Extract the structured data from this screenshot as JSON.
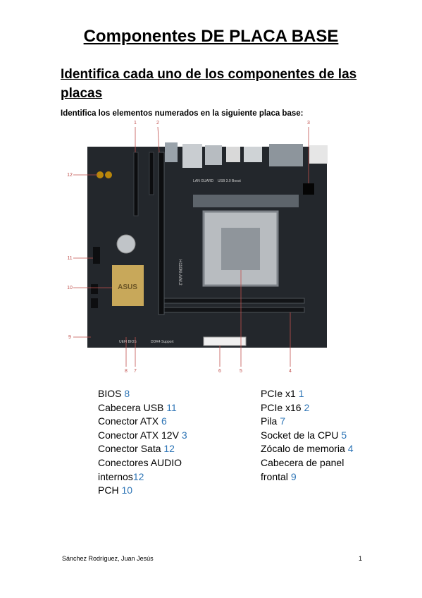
{
  "doc": {
    "title": "Componentes DE PLACA BASE",
    "heading": "Identifica cada uno de los componentes de las placas",
    "instruction": "Identifica los elementos numerados en la siguiente placa base:"
  },
  "figure": {
    "callouts": [
      "1",
      "2",
      "3",
      "12",
      "11",
      "10",
      "9",
      "8",
      "7",
      "6",
      "5",
      "4"
    ],
    "board_labels": {
      "brand": "ASUS",
      "bios": "UEFI BIOS",
      "ddr": "DDR4 Support",
      "lan": "LAN GUARD",
      "usb": "USB 3.0 Boost",
      "model": "H110M-A/M.2"
    }
  },
  "components_left": [
    {
      "name": "BIOS ",
      "num": "8"
    },
    {
      "name": "Cabecera USB ",
      "num": "11"
    },
    {
      "name": "Conector ATX ",
      "num": "6"
    },
    {
      "name": "Conector ATX 12V ",
      "num": "3"
    },
    {
      "name": "Conector Sata ",
      "num": "12"
    },
    {
      "name": "Conectores AUDIO",
      "num": ""
    },
    {
      "name": "internos",
      "num": "12"
    },
    {
      "name": "PCH ",
      "num": "10"
    }
  ],
  "components_right": [
    {
      "name": "PCIe x1 ",
      "num": "1"
    },
    {
      "name": "PCIe x16 ",
      "num": "2"
    },
    {
      "name": "Pila ",
      "num": "7"
    },
    {
      "name": "Socket de la CPU ",
      "num": "5"
    },
    {
      "name": "Zócalo de memoria ",
      "num": "4"
    },
    {
      "name": "Cabecera de panel",
      "num": ""
    },
    {
      "name": "frontal ",
      "num": "9"
    }
  ],
  "footer": {
    "author": "Sánchez Rodríguez, Juan Jesús",
    "page": "1"
  }
}
